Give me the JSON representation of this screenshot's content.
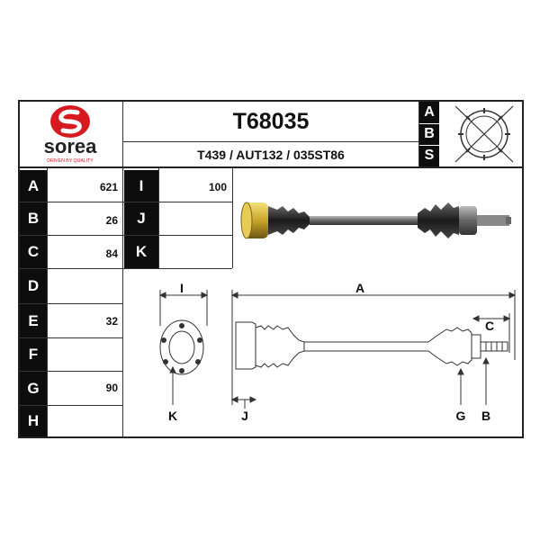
{
  "brand": {
    "name": "sorea",
    "tagline": "DRIVEN BY QUALITY",
    "color": "#d71920"
  },
  "header": {
    "ref": "T68035",
    "alt_refs": "T439 / AUT132 / 035ST86"
  },
  "abs": {
    "letters": [
      "A",
      "B",
      "S"
    ]
  },
  "dimensions": {
    "left": [
      {
        "letter": "A",
        "value": "621"
      },
      {
        "letter": "B",
        "value": "26"
      },
      {
        "letter": "C",
        "value": "84"
      },
      {
        "letter": "D",
        "value": ""
      },
      {
        "letter": "E",
        "value": "32"
      },
      {
        "letter": "F",
        "value": ""
      },
      {
        "letter": "G",
        "value": "90"
      },
      {
        "letter": "H",
        "value": ""
      }
    ],
    "right": [
      {
        "letter": "I",
        "value": "100"
      },
      {
        "letter": "J",
        "value": ""
      },
      {
        "letter": "K",
        "value": ""
      }
    ]
  },
  "diagram": {
    "labels": {
      "I": "I",
      "A": "A",
      "C": "C",
      "K": "K",
      "J": "J",
      "G": "G",
      "B": "B"
    }
  }
}
